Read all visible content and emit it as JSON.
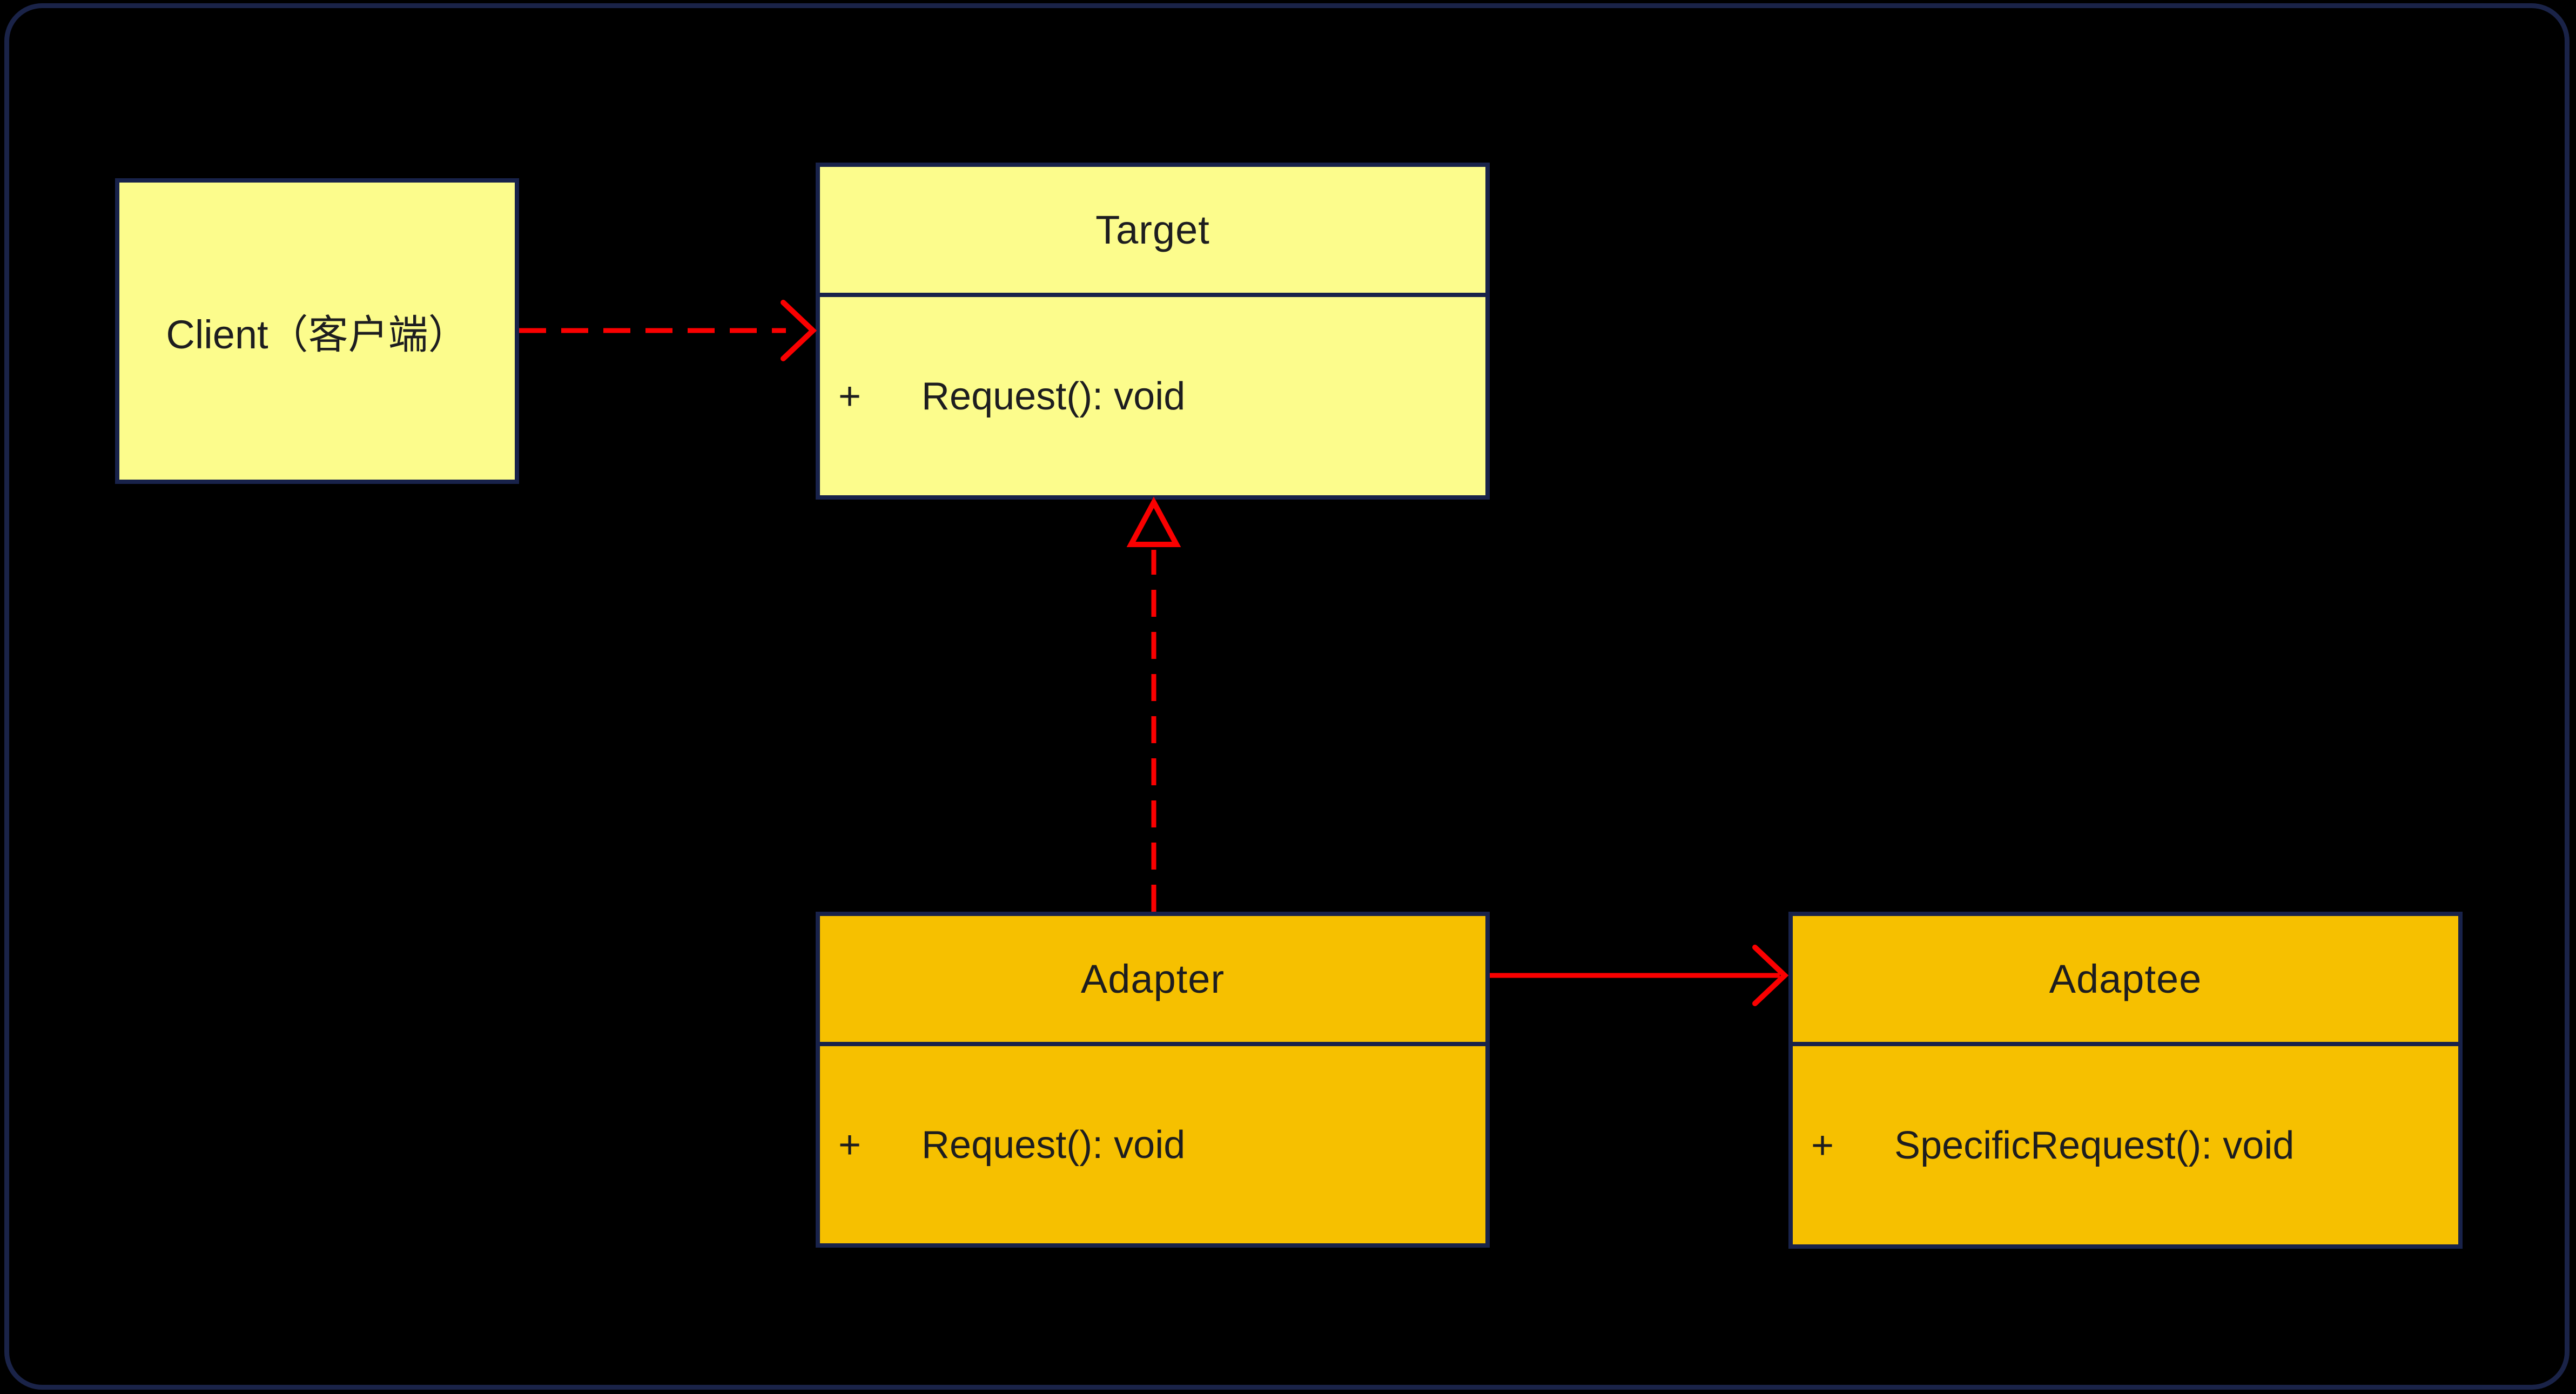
{
  "diagram": {
    "kind": "uml-class-diagram",
    "pattern": "Adapter"
  },
  "colors": {
    "bg": "#000000",
    "frame-border": "#1a2348",
    "box-border": "#18224a",
    "yellow": "#fcfc8c",
    "gold": "#f6c000",
    "red": "#fa0000",
    "text": "#1d1d1f"
  },
  "classes": {
    "client": {
      "label": "Client（客户端）"
    },
    "target": {
      "name": "Target",
      "methods": [
        {
          "visibility": "+",
          "signature": "Request(): void"
        }
      ]
    },
    "adapter": {
      "name": "Adapter",
      "methods": [
        {
          "visibility": "+",
          "signature": "Request(): void"
        }
      ]
    },
    "adaptee": {
      "name": "Adaptee",
      "methods": [
        {
          "visibility": "+",
          "signature": "SpecificRequest(): void"
        }
      ]
    }
  },
  "relations": [
    {
      "from": "Client",
      "to": "Target",
      "type": "dependency",
      "line": "dashed",
      "arrowhead": "open"
    },
    {
      "from": "Adapter",
      "to": "Target",
      "type": "realization",
      "line": "dashed",
      "arrowhead": "hollow-triangle"
    },
    {
      "from": "Adapter",
      "to": "Adaptee",
      "type": "association",
      "line": "solid",
      "arrowhead": "open"
    }
  ]
}
